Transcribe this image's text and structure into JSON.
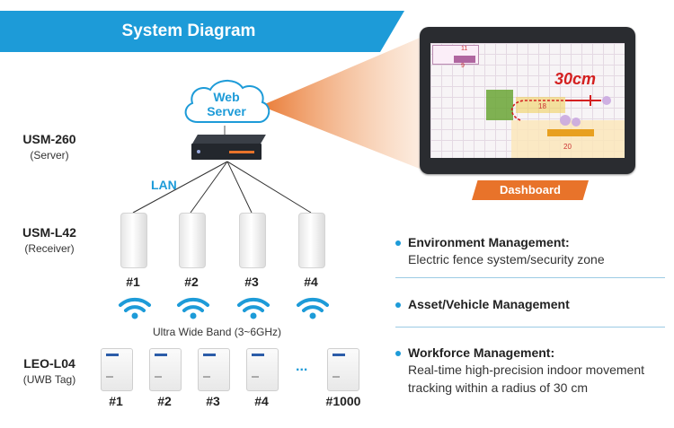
{
  "title": "System Diagram",
  "cloud_label": "Web\nServer",
  "devices": {
    "server": {
      "name": "USM-260",
      "role": "(Server)"
    },
    "receiver": {
      "name": "USM-L42",
      "role": "(Receiver)"
    },
    "tag": {
      "name": "LEO-L04",
      "role": "(UWB Tag)"
    }
  },
  "lan_label": "LAN",
  "receiver_numbers": [
    "#1",
    "#2",
    "#3",
    "#4"
  ],
  "uwb_label": "Ultra Wide Band (3~6GHz)",
  "tag_numbers": [
    "#1",
    "#2",
    "#3",
    "#4",
    "#1000"
  ],
  "ellipsis": "...",
  "dashboard": {
    "label": "Dashboard",
    "measurement": "30cm",
    "zone_numbers": [
      "11",
      "9",
      "18",
      "20"
    ]
  },
  "features": [
    {
      "title": "Environment Management:",
      "desc": "Electric fence system/security zone"
    },
    {
      "title": "Asset/Vehicle Management",
      "desc": ""
    },
    {
      "title": "Workforce Management:",
      "desc": "Real-time high-precision indoor movement tracking within a radius of 30 cm"
    }
  ],
  "colors": {
    "accent": "#1d9bd8",
    "orange": "#e8732a",
    "red": "#d42020"
  }
}
